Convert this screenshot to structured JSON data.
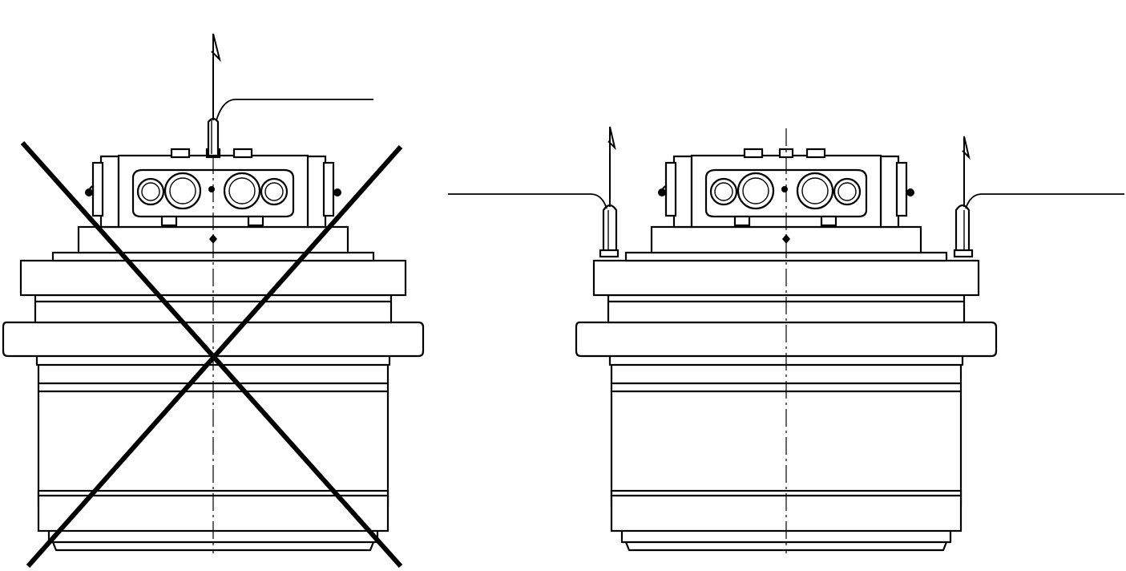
{
  "diagram": {
    "panels": [
      {
        "id": "incorrect",
        "lift_points": 1,
        "marked_incorrect": true,
        "cross_icon": "x-mark-icon"
      },
      {
        "id": "correct",
        "lift_points": 2,
        "marked_incorrect": false
      }
    ],
    "icons": [
      "lift-arrow-icon",
      "eyebolt-icon",
      "x-mark-icon"
    ],
    "colors": {
      "line": "#000000",
      "background": "#ffffff"
    }
  }
}
